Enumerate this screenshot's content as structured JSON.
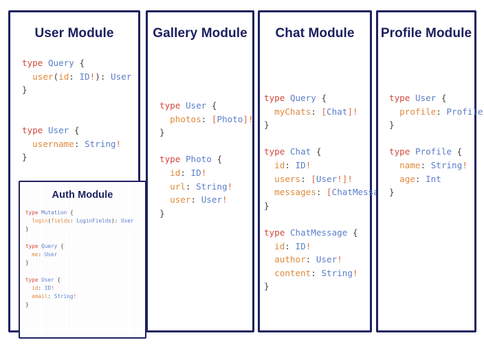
{
  "colors": {
    "border": "#1e2060",
    "title": "#1b1f5e",
    "keyword": "#d2483c",
    "type_name": "#5a7ec8",
    "field_name": "#e08a3c",
    "bang": "#e06a3c",
    "background": "#ffffff"
  },
  "modules": {
    "user": {
      "title": "User Module",
      "code_lines": [
        "type Query {",
        "  user(id: ID!): User",
        "}",
        "",
        "",
        "type User {",
        "  username: String!",
        "}"
      ],
      "code_text": "type Query {\n  user(id: ID!): User\n}\n\n\ntype User {\n  username: String!\n}"
    },
    "auth": {
      "title": "Auth Module",
      "code_lines": [
        "type Mutation {",
        "  login(fields: LoginFields): User",
        "}",
        "",
        "type Query {",
        "  me: User",
        "}",
        "",
        "type User {",
        "  id: ID!",
        "  email: String!",
        "}"
      ],
      "code_text": "type Mutation {\n  login(fields: LoginFields): User\n}\n\ntype Query {\n  me: User\n}\n\ntype User {\n  id: ID!\n  email: String!\n}"
    },
    "gallery": {
      "title": "Gallery Module",
      "code_lines": [
        "type User {",
        "  photos: [Photo]!",
        "}",
        "",
        "type Photo {",
        "  id: ID!",
        "  url: String!",
        "  user: User!",
        "}"
      ],
      "code_text": "type User {\n  photos: [Photo]!\n}\n\ntype Photo {\n  id: ID!\n  url: String!\n  user: User!\n}"
    },
    "chat": {
      "title": "Chat Module",
      "code_lines": [
        "type Query {",
        "  myChats: [Chat]!",
        "}",
        "",
        "type Chat {",
        "  id: ID!",
        "  users: [User!]!",
        "  messages: [ChatMessage]!",
        "}",
        "",
        "type ChatMessage {",
        "  id: ID!",
        "  author: User!",
        "  content: String!",
        "}"
      ],
      "code_text": "type Query {\n  myChats: [Chat]!\n}\n\ntype Chat {\n  id: ID!\n  users: [User!]!\n  messages: [ChatMessage]!\n}\n\ntype ChatMessage {\n  id: ID!\n  author: User!\n  content: String!\n}"
    },
    "profile": {
      "title": "Profile Module",
      "code_lines": [
        "type User {",
        "  profile: Profile!",
        "}",
        "",
        "type Profile {",
        "  name: String!",
        "  age: Int",
        "}"
      ],
      "code_text": "type User {\n  profile: Profile!\n}\n\ntype Profile {\n  name: String!\n  age: Int\n}"
    }
  }
}
